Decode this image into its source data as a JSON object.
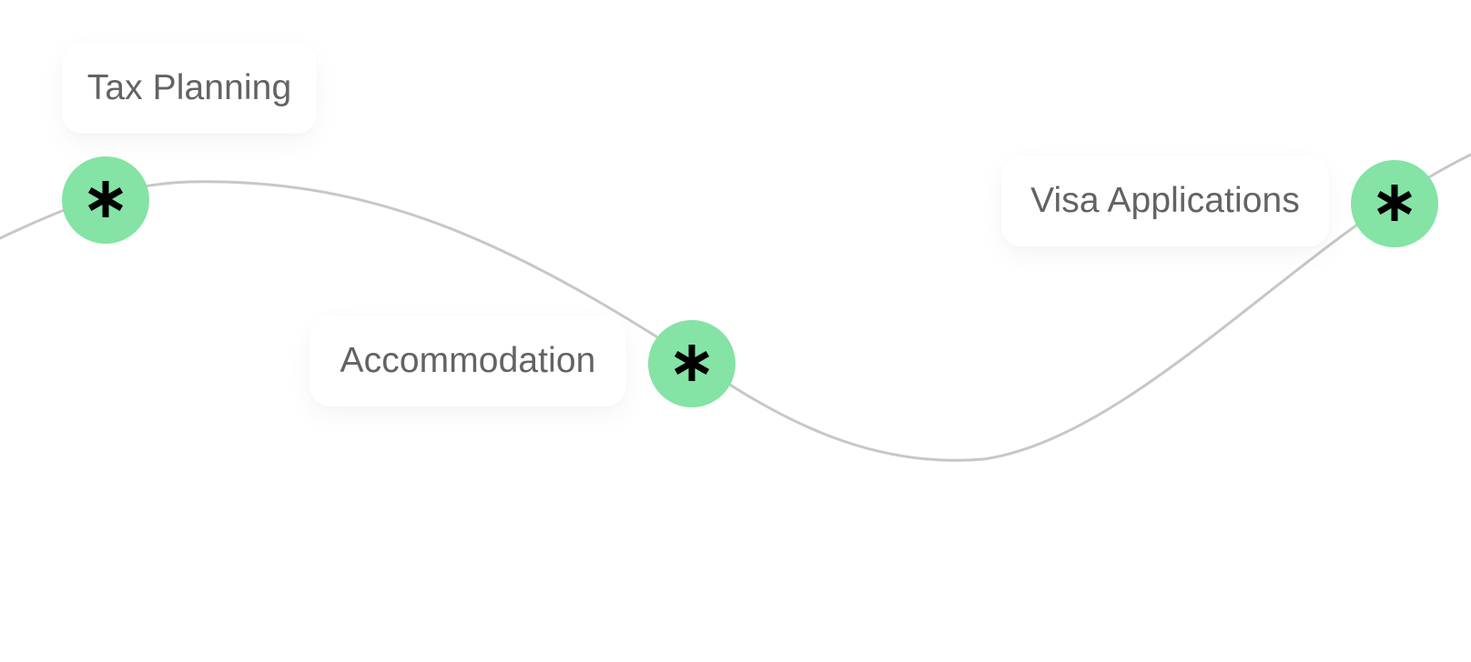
{
  "milestones": [
    {
      "label": "Tax Planning",
      "marker_icon": "asterisk-icon"
    },
    {
      "label": "Accommodation",
      "marker_icon": "asterisk-icon"
    },
    {
      "label": "Visa Applications",
      "marker_icon": "asterisk-icon"
    }
  ],
  "colors": {
    "background": "#ffffff",
    "path_line": "#c7c7c7",
    "marker_fill": "#84e3a5",
    "marker_icon": "#000000",
    "label_text": "#636363",
    "label_background": "#ffffff"
  }
}
